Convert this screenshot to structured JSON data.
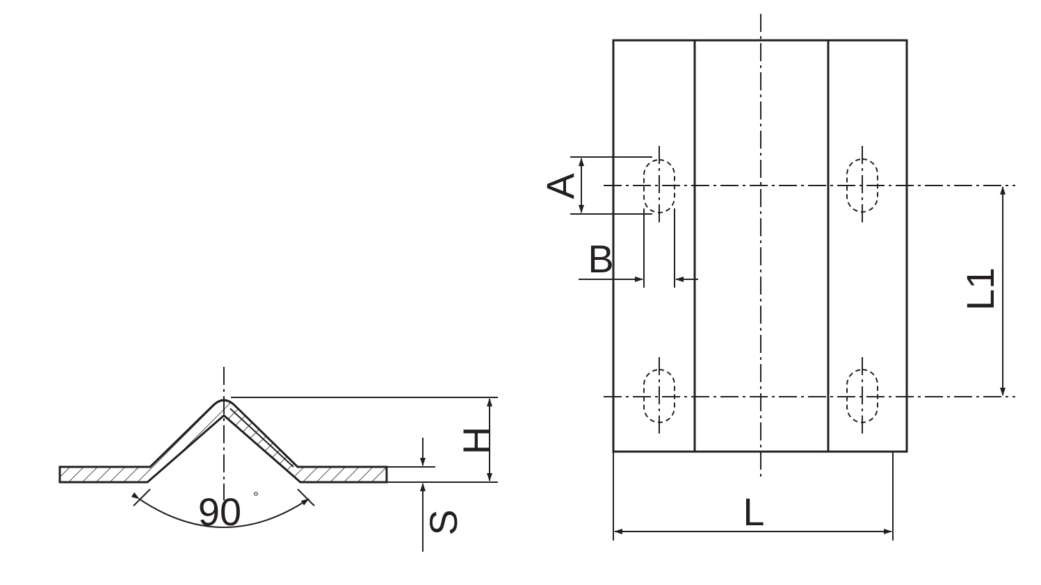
{
  "section_view": {
    "angle_value": "90",
    "angle_unit": "°",
    "height_label": "H",
    "thickness_label": "S"
  },
  "plan_view": {
    "length_label": "L",
    "hole_spacing_label": "L1",
    "slot_length_label": "A",
    "slot_width_label": "B"
  }
}
